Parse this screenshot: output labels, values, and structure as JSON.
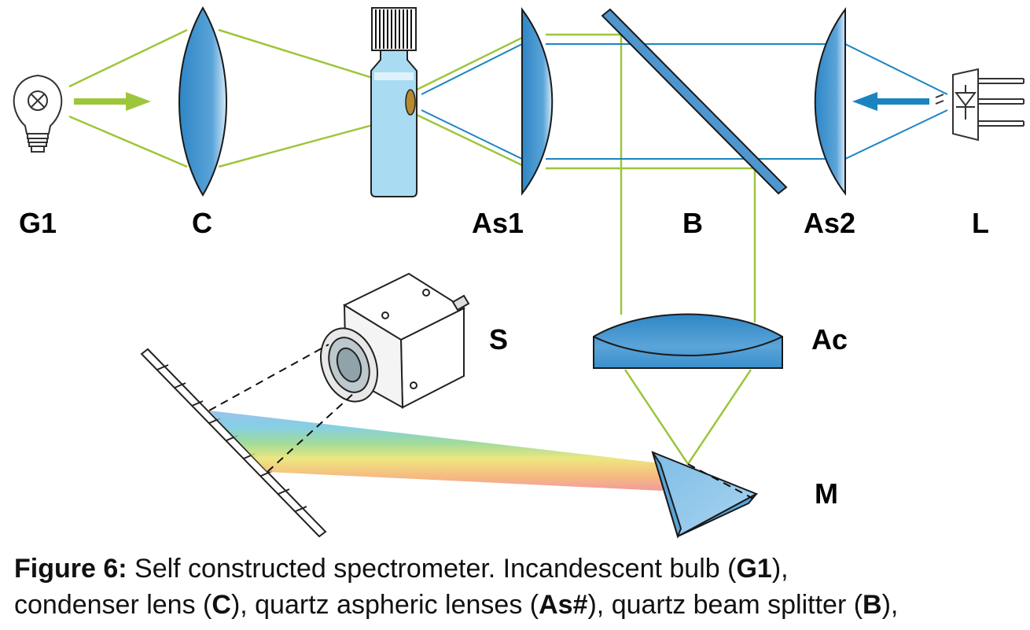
{
  "labels": {
    "g1": "G1",
    "c": "C",
    "as1": "As1",
    "b": "B",
    "as2": "As2",
    "l": "L",
    "s": "S",
    "ac": "Ac",
    "m": "M"
  },
  "caption": {
    "figure_label": "Figure 6:",
    "line1_text": " Self constructed spectrometer. Incandescent bulb (",
    "g1": "G1",
    "after_g1": "),",
    "line2_text": "condenser lens (",
    "c": "C",
    "after_c": "), quartz aspheric lenses (",
    "as": "As#",
    "after_as": "), quartz beam splitter (",
    "b": "B",
    "after_b": "),"
  },
  "colors": {
    "green_beam": "#9dc63b",
    "blue_beam": "#1b84c0",
    "lens_blue": "#3a8fcc",
    "vial_liquid": "#a9dcf3"
  }
}
